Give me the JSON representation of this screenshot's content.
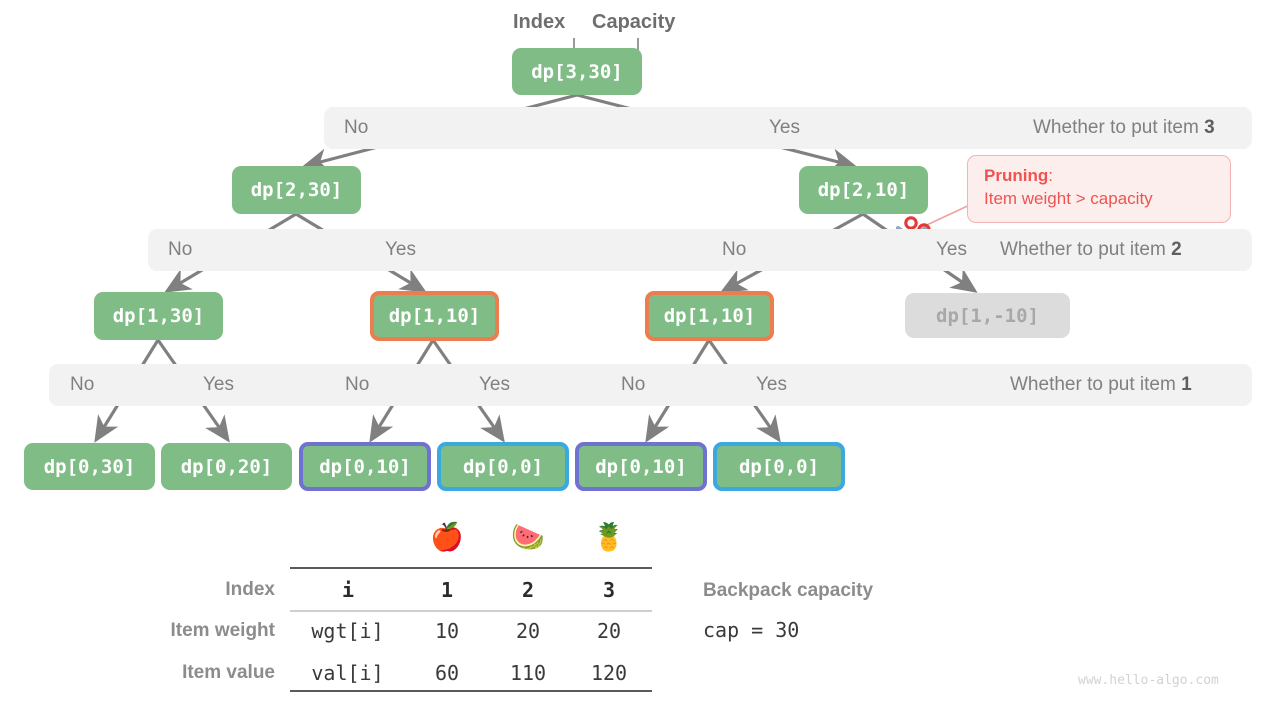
{
  "headers": {
    "index_label": "Index",
    "capacity_label": "Capacity"
  },
  "tree": {
    "root": {
      "label": "dp[3,30]"
    },
    "level2": [
      {
        "label": "dp[2,30]"
      },
      {
        "label": "dp[2,10]"
      }
    ],
    "level3": [
      {
        "label": "dp[1,30]"
      },
      {
        "label": "dp[1,10]"
      },
      {
        "label": "dp[1,10]"
      },
      {
        "label": "dp[1,-10]"
      }
    ],
    "level4": [
      {
        "label": "dp[0,30]"
      },
      {
        "label": "dp[0,20]"
      },
      {
        "label": "dp[0,10]"
      },
      {
        "label": "dp[0,0]"
      },
      {
        "label": "dp[0,10]"
      },
      {
        "label": "dp[0,0]"
      }
    ]
  },
  "bands": [
    {
      "no": "No",
      "yes": "Yes",
      "question_prefix": "Whether to put item ",
      "question_item": "3"
    },
    {
      "no1": "No",
      "yes1": "Yes",
      "no2": "No",
      "yes2": "Yes",
      "question_prefix": "Whether to put item ",
      "question_item": "2"
    },
    {
      "no1": "No",
      "yes1": "Yes",
      "no2": "No",
      "yes2": "Yes",
      "no3": "No",
      "yes3": "Yes",
      "question_prefix": "Whether to put item ",
      "question_item": "1"
    }
  ],
  "pruning": {
    "title": "Pruning",
    "colon": ":",
    "reason": "Item weight > capacity",
    "icon": "scissors-icon"
  },
  "table": {
    "fruits": [
      "🍎",
      "🍉",
      "🍍"
    ],
    "rows": [
      {
        "label": "Index",
        "key": "i",
        "values": [
          "1",
          "2",
          "3"
        ]
      },
      {
        "label": "Item weight",
        "key": "wgt[i]",
        "values": [
          "10",
          "20",
          "20"
        ]
      },
      {
        "label": "Item value",
        "key": "val[i]",
        "values": [
          "60",
          "110",
          "120"
        ]
      }
    ]
  },
  "capacity": {
    "title": "Backpack capacity",
    "value": "cap = 30"
  },
  "watermark": "www.hello-algo.com",
  "colors": {
    "node_green": "#80bd86",
    "node_muted": "#dcdcdc",
    "border_orange": "#ec7d4e",
    "border_purple": "#6f72cf",
    "border_cyan": "#3ca8e0",
    "band_gray": "#f2f2f2",
    "prune_red": "#ef5350",
    "arrow_gray": "#808080"
  }
}
